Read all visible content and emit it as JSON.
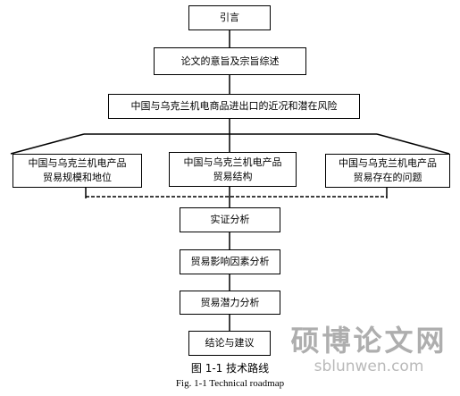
{
  "nodes": {
    "intro": "引言",
    "significance": "论文的意旨及宗旨综述",
    "trade_overview": "中国与乌克兰机电商品进出口的近况和潜在风险",
    "scale_position": [
      "中国与乌克兰机电产品",
      "贸易规模和地位"
    ],
    "structure": [
      "中国与乌克兰机电产品",
      "贸易结构"
    ],
    "problems": [
      "中国与乌克兰机电产品",
      "贸易存在的问题"
    ],
    "empirical": "实证分析",
    "factors": "贸易影响因素分析",
    "potential": "贸易潜力分析",
    "conclusion": "结论与建议"
  },
  "caption": {
    "cn": "图 1-1  技术路线",
    "en": "Fig. 1-1 Technical roadmap"
  },
  "watermark": {
    "cn": "硕博论文网",
    "url": "sblunwen.com"
  }
}
